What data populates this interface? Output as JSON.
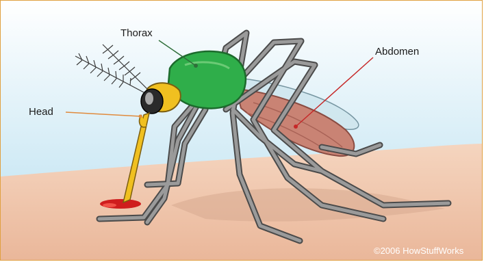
{
  "labels": {
    "thorax": "Thorax",
    "abdomen": "Abdomen",
    "head": "Head"
  },
  "copyright": "©2006 HowStuffWorks",
  "colors": {
    "sky": "#bfe3f2",
    "skin": "#f1cdb2",
    "thorax": "#2fae4a",
    "abdomen": "#c98374",
    "head": "#f0c020",
    "legs": "#8a8a8a",
    "blood": "#d21e1e",
    "leader_line": "#e08a3c",
    "abdomen_leader": "#c62828",
    "border": "#e0a040"
  },
  "icons": {
    "subject": "mosquito-icon"
  }
}
